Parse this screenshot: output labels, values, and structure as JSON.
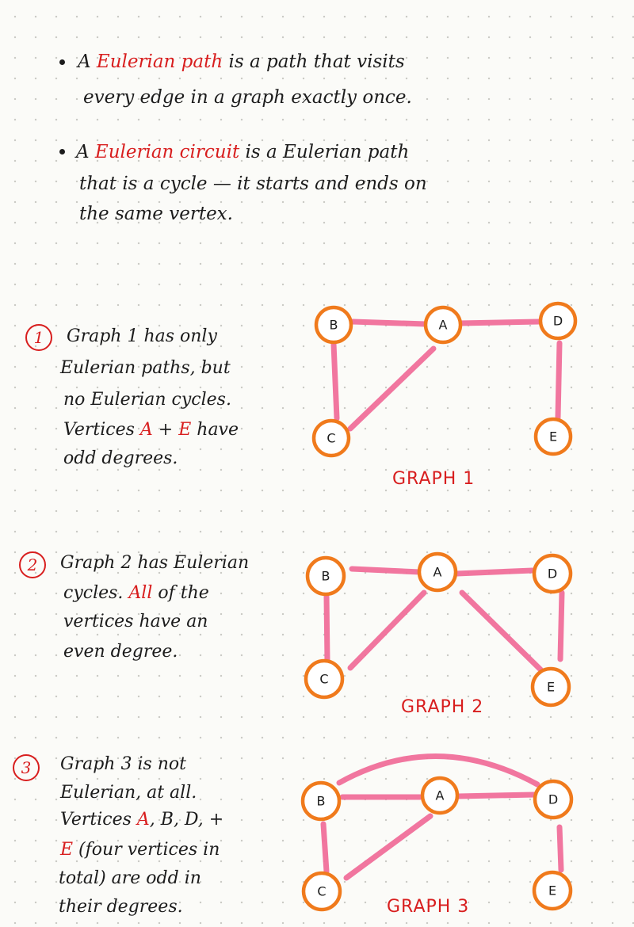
{
  "definitions": {
    "eulerian_path": {
      "prefix": "A ",
      "term": "Eulerian path",
      "rest_line1": " is a path that visits",
      "line2": "every edge in a graph exactly once."
    },
    "eulerian_circuit": {
      "prefix": "A ",
      "term": "Eulerian circuit",
      "rest_line1": " is a Eulerian path",
      "line2": "that is a cycle — it starts and ends on",
      "line3": "the same vertex."
    }
  },
  "examples": [
    {
      "number": "1",
      "lines": [
        "Graph 1 has only",
        "Eulerian paths, but",
        "no Eulerian cycles."
      ],
      "line4_prefix": "Vertices ",
      "line4_red1": "A",
      "line4_mid": " + ",
      "line4_red2": "E",
      "line4_suffix": " have",
      "line5": "odd degrees.",
      "graph_title": "GRAPH 1"
    },
    {
      "number": "2",
      "line1": "Graph 2 has Eulerian",
      "line2_prefix": "cycles. ",
      "line2_red": "All",
      "line2_suffix": " of the",
      "line3": "vertices have an",
      "line4": "even degree.",
      "graph_title": "GRAPH 2"
    },
    {
      "number": "3",
      "line1": "Graph 3 is not",
      "line2": "Eulerian, at all.",
      "line3_prefix": "Vertices ",
      "line3_red": "A",
      "line3_mid": ", B, D, +",
      "line4_red": "E",
      "line4_suffix": " (four vertices in",
      "line5": "total) are odd in",
      "line6": "their degrees.",
      "graph_title": "GRAPH 3"
    }
  ],
  "graphs": [
    {
      "vertices": {
        "A": "A",
        "B": "B",
        "C": "C",
        "D": "D",
        "E": "E"
      },
      "edges": [
        [
          "B",
          "A"
        ],
        [
          "A",
          "D"
        ],
        [
          "B",
          "C"
        ],
        [
          "A",
          "C"
        ],
        [
          "D",
          "E"
        ]
      ]
    },
    {
      "vertices": {
        "A": "A",
        "B": "B",
        "C": "C",
        "D": "D",
        "E": "E"
      },
      "edges": [
        [
          "B",
          "A"
        ],
        [
          "A",
          "D"
        ],
        [
          "B",
          "C"
        ],
        [
          "A",
          "C"
        ],
        [
          "A",
          "E"
        ],
        [
          "D",
          "E"
        ]
      ]
    },
    {
      "vertices": {
        "A": "A",
        "B": "B",
        "C": "C",
        "D": "D",
        "E": "E"
      },
      "edges": [
        [
          "B",
          "A"
        ],
        [
          "A",
          "D"
        ],
        [
          "B",
          "D"
        ],
        [
          "B",
          "C"
        ],
        [
          "A",
          "C"
        ],
        [
          "D",
          "E"
        ]
      ]
    }
  ],
  "colors": {
    "accent_red": "#d81e1e",
    "edge_pink": "#f06a97",
    "vertex_orange": "#f07a1c",
    "ink": "#1c1c1c"
  }
}
